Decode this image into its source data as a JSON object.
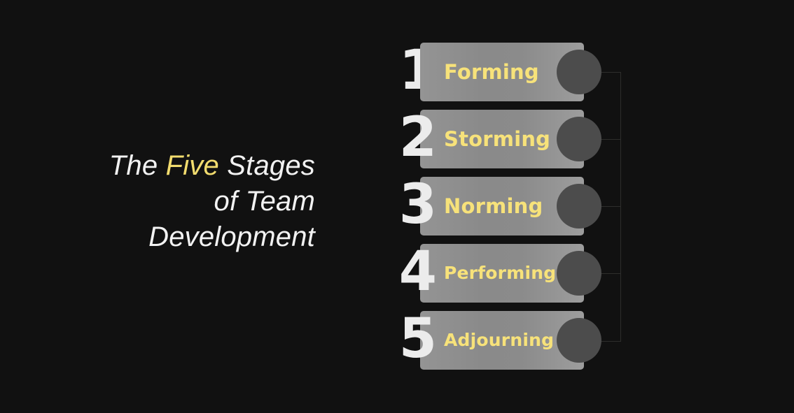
{
  "slide": {
    "background_color": "#111111",
    "title": {
      "line1_prefix": "The ",
      "line1_highlight": "Five",
      "line1_suffix": " Stages",
      "line2": "of Team",
      "line3": "Development",
      "highlight_color": "#f2dc6e",
      "text_color": "#f2f2f2"
    }
  },
  "stages": [
    {
      "number": "1",
      "label": "Forming"
    },
    {
      "number": "2",
      "label": "Storming"
    },
    {
      "number": "3",
      "label": "Norming"
    },
    {
      "number": "4",
      "label": "Performing"
    },
    {
      "number": "5",
      "label": "Adjourning"
    }
  ],
  "style": {
    "bar_color": "#8c8c8c",
    "dot_color": "#4c4c4c",
    "label_color": "#f7e27a",
    "number_color": "#ececec",
    "bracket_color": "#2e2e2c"
  }
}
